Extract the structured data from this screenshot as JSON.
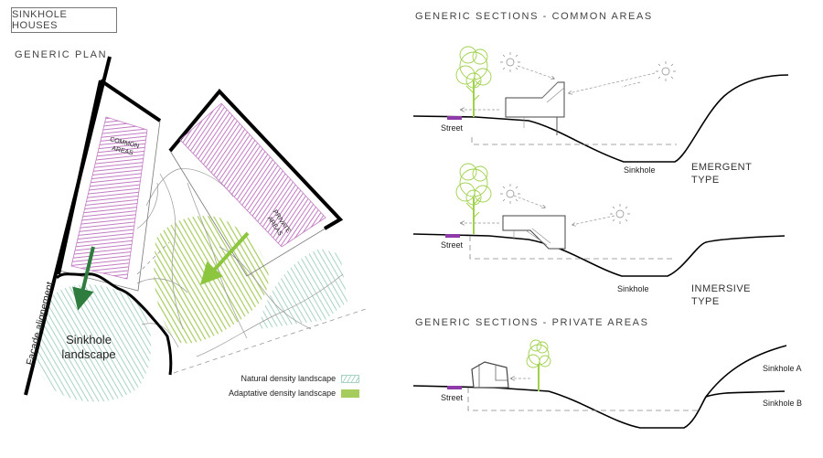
{
  "title": "SINKHOLE HOUSES",
  "plan": {
    "title": "GENERIC PLAN",
    "facade_label": "Facade alignement",
    "common_areas": "COMMON AREAS",
    "private_areas": "PRIVATE AREAS",
    "sinkhole_landscape": "Sinkhole landscape"
  },
  "legend": {
    "natural": "Natural density landscape",
    "adaptative": "Adaptative density landscape"
  },
  "sections_common": {
    "title": "GENERIC SECTIONS - COMMON AREAS",
    "street_1": "Street",
    "sinkhole_1": "Sinkhole",
    "type_1_line1": "EMERGENT",
    "type_1_line2": "TYPE",
    "street_2": "Street",
    "sinkhole_2": "Sinkhole",
    "type_2_line1": "INMERSIVE",
    "type_2_line2": "TYPE"
  },
  "sections_private": {
    "title": "GENERIC SECTIONS - PRIVATE AREAS",
    "street": "Street",
    "sinkhole_a": "Sinkhole A",
    "sinkhole_b": "Sinkhole B"
  },
  "colors": {
    "magenta": "#c27bc4",
    "green_arrow_dark": "#2e7d3e",
    "green_arrow_light": "#8cc63f",
    "tree_green": "#9fd14a",
    "natural_hatch": "#a9d3c4",
    "adaptive_hatch": "#a7cc5e",
    "street_marker": "#8e3aa8"
  }
}
